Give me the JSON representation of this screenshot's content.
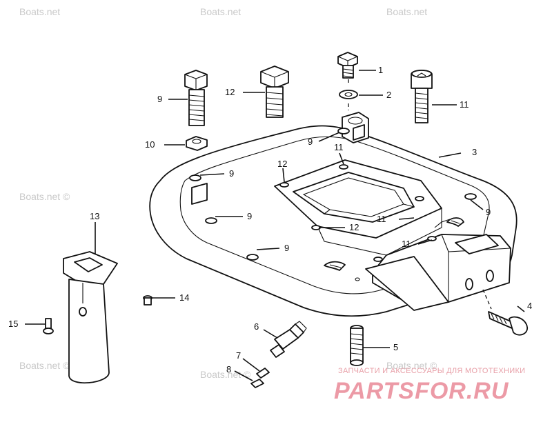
{
  "watermarks": {
    "site": "Boats.net",
    "site_circle": "Boats.net ©"
  },
  "callouts": {
    "c1": "1",
    "c2": "2",
    "c3": "3",
    "c4": "4",
    "c5": "5",
    "c6": "6",
    "c7": "7",
    "c8": "8",
    "c9a": "9",
    "c9b": "9",
    "c9c": "9",
    "c9d": "9",
    "c9e": "9",
    "c9f": "9",
    "c10": "10",
    "c11a": "11",
    "c11b": "11",
    "c11c": "11",
    "c11d": "11",
    "c12a": "12",
    "c12b": "12",
    "c12c": "12",
    "c13": "13",
    "c14": "14",
    "c15": "15"
  },
  "brand": {
    "tagline": "ЗАПЧАСТИ И АКСЕССУАРЫ ДЛЯ МОТОТЕХНИКИ",
    "logo": "PARTSFOR.RU"
  }
}
